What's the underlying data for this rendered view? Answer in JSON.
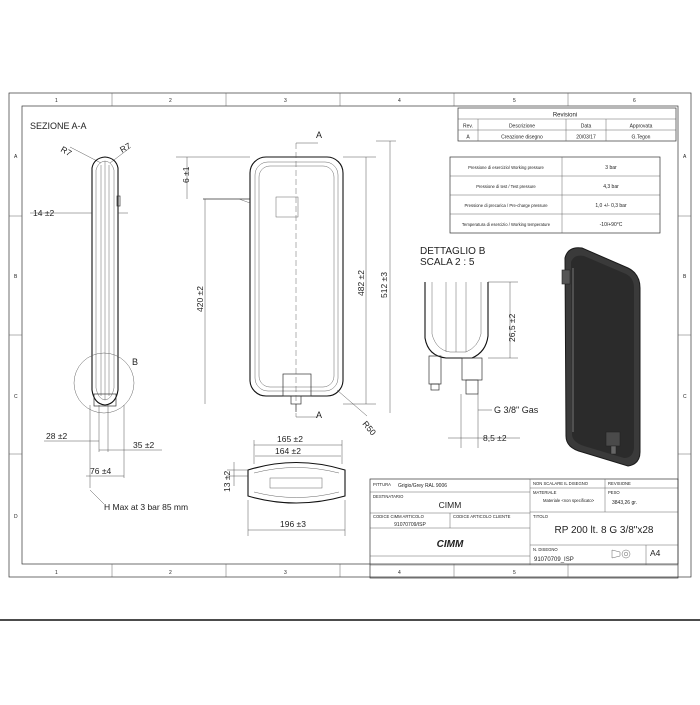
{
  "grid": {
    "columns": [
      "1",
      "2",
      "3",
      "4",
      "5",
      "6"
    ],
    "rows": [
      "A",
      "B",
      "C",
      "D"
    ]
  },
  "section": {
    "title": "SEZIONE A-A",
    "radius_top_left": "R7",
    "radius_top_right": "R7",
    "dim_wall": "14 ±2",
    "detail_marker": "B",
    "dim_28": "28 ±2",
    "dim_35": "35 ±2",
    "dim_76": "76 ±4",
    "hmax": "H Max at 3 bar 85 mm"
  },
  "front": {
    "cut_top": "A",
    "cut_bottom": "A",
    "dim_6": "6 ±1",
    "dim_420": "420 ±2",
    "dim_482": "482 ±2",
    "dim_512": "512 ±3",
    "radius": "R50",
    "dim_165": "165 ±2",
    "dim_164": "164 ±2",
    "dim_13": "13 ±2",
    "dim_196": "196 ±3"
  },
  "detail": {
    "title": "DETTAGLIO B",
    "scale": "SCALA 2 : 5",
    "dim_26": "26,5 ±2",
    "thread": "G 3/8\" Gas",
    "dim_8": "8,5 ±2"
  },
  "revisions": {
    "title": "Revisioni",
    "headers": [
      "Rev.",
      "Descrizione",
      "Data",
      "Approvata"
    ],
    "rows": [
      [
        "A",
        "Creazione disegno",
        "20/03/17",
        "G.Tegon"
      ]
    ]
  },
  "specs": [
    {
      "label": "Pressione di esercizio/ Working pressure",
      "value": "3 bar"
    },
    {
      "label": "Pressione di test / Test pressure",
      "value": "4,3 bar"
    },
    {
      "label": "Pressione di precarica / Pre-charge pressure",
      "value": "1,0 +/- 0,3 bar"
    },
    {
      "label": "Temperatura di esercizio / Working temperature",
      "value": "-10/+90°C"
    }
  ],
  "title_block": {
    "pittura_label": "PITTURA",
    "pittura_value": "Grigio/Grey RAL 9006",
    "destinatario_label": "DESTINATARIO",
    "destinatario_value": "CIMM",
    "codice_cimm_label": "CODICE CIMM ARTICOLO",
    "codice_cimm_value": "91070709/ISP",
    "codice_cliente_label": "CODICE ARTICOLO CLIENTE",
    "non_scalare": "NON SCALARE IL DISEGNO",
    "revisione_label": "REVISIONE",
    "materiale_label": "MATERIALE",
    "materiale_value": "Materiale <non specificato>",
    "peso_label": "PESO",
    "peso_value": "3843,26 gr.",
    "titolo_label": "TITOLO",
    "titolo_value": "RP 200 lt. 8 G 3/8\"x28",
    "n_disegno_label": "N. DISEGNO",
    "n_disegno_value": "91070709_ISP",
    "format": "A4",
    "logo": "CIMM"
  }
}
